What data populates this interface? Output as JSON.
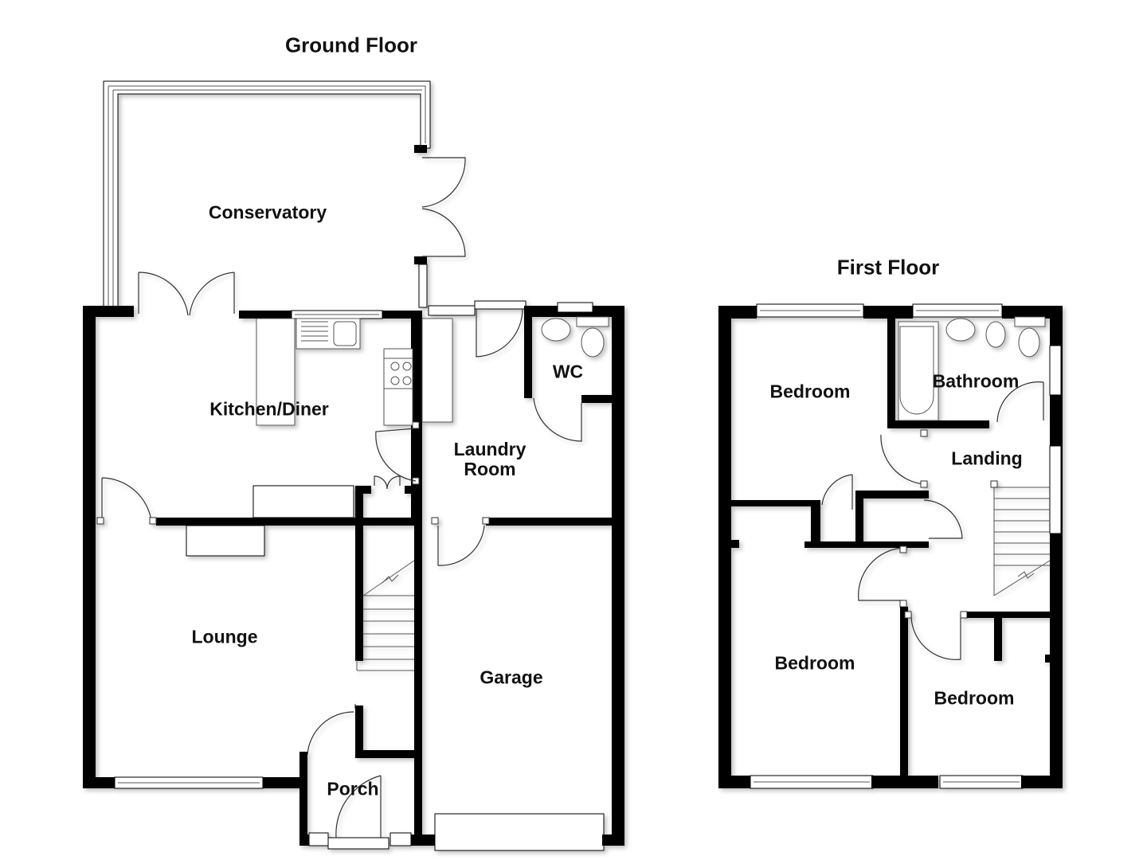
{
  "plan": {
    "ground_floor": {
      "title": "Ground Floor",
      "rooms": [
        {
          "name": "Conservatory"
        },
        {
          "name": "Kitchen/Diner"
        },
        {
          "name": "Laundry Room"
        },
        {
          "name": "WC"
        },
        {
          "name": "Lounge"
        },
        {
          "name": "Garage"
        },
        {
          "name": "Porch"
        }
      ]
    },
    "first_floor": {
      "title": "First Floor",
      "rooms": [
        {
          "name": "Bedroom"
        },
        {
          "name": "Bathroom"
        },
        {
          "name": "Landing"
        },
        {
          "name": "Bedroom"
        },
        {
          "name": "Bedroom"
        }
      ]
    },
    "colors": {
      "wall": "#000000",
      "background": "#ffffff"
    }
  }
}
